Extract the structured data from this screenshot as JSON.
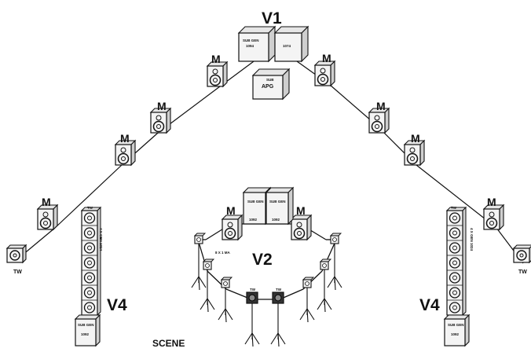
{
  "labels": {
    "v1": "V1",
    "v2": "V2",
    "v4_left": "V4",
    "v4_right": "V4",
    "scene": "SCENE",
    "m": "M",
    "tw": "TW"
  },
  "v1_boxes": {
    "sub_gen_line1": "SUB GEN",
    "sub_gen_line2": "1094",
    "right_box": "1074",
    "apg_top": "SUB",
    "apg": "APG"
  },
  "v2_boxes": {
    "sub_gen": "SUB GEN",
    "model": "1092",
    "count_label": "8 X 1 MA"
  },
  "v4_columns": {
    "side_text": "4 X GEN 1024",
    "sub_gen": "SUB GEN",
    "model": "1092",
    "tw": "TW"
  },
  "colors": {
    "ink": "#111111",
    "face": "#f4f4f4",
    "side": "#cfcfcf",
    "top": "#e6e6e6"
  }
}
